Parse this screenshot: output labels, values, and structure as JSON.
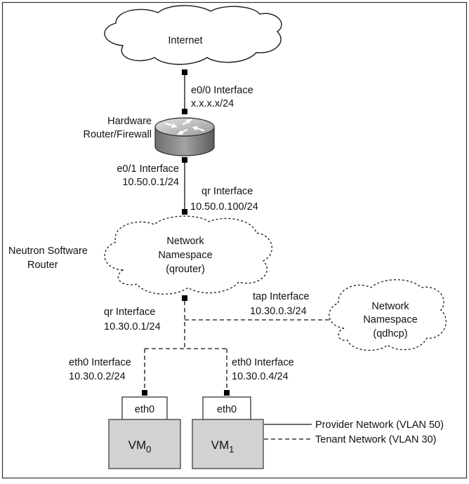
{
  "internet": {
    "label": "Internet"
  },
  "router": {
    "label_line1": "Hardware",
    "label_line2": "Router/Firewall",
    "upper_iface": {
      "name": "e0/0 Interface",
      "addr": "x.x.x.x/24"
    },
    "lower_iface": {
      "name": "e0/1 Interface",
      "addr": "10.50.0.1/24"
    }
  },
  "qrouter": {
    "outer_label_line1": "Neutron Software",
    "outer_label_line2": "Router",
    "line1": "Network",
    "line2": "Namespace",
    "line3": "(qrouter)",
    "upper_iface": {
      "name": "qr Interface",
      "addr": "10.50.0.100/24"
    },
    "lower_iface": {
      "name": "qr Interface",
      "addr": "10.30.0.1/24"
    }
  },
  "qdhcp": {
    "line1": "Network",
    "line2": "Namespace",
    "line3": "(qdhcp)",
    "iface": {
      "name": "tap Interface",
      "addr": "10.30.0.3/24"
    }
  },
  "vms": [
    {
      "nic_iface": "eth0 Interface",
      "nic_addr": "10.30.0.2/24",
      "nic": "eth0",
      "name": "VM",
      "sub": "0"
    },
    {
      "nic_iface": "eth0 Interface",
      "nic_addr": "10.30.0.4/24",
      "nic": "eth0",
      "name": "VM",
      "sub": "1"
    }
  ],
  "legend": {
    "provider": "Provider Network (VLAN 50)",
    "tenant": "Tenant Network (VLAN 30)"
  },
  "colors": {
    "vm_fill": "#d2d2d2",
    "router_body": "#8f8f8f",
    "router_top": "#c6c6c6",
    "line": "#111111"
  }
}
